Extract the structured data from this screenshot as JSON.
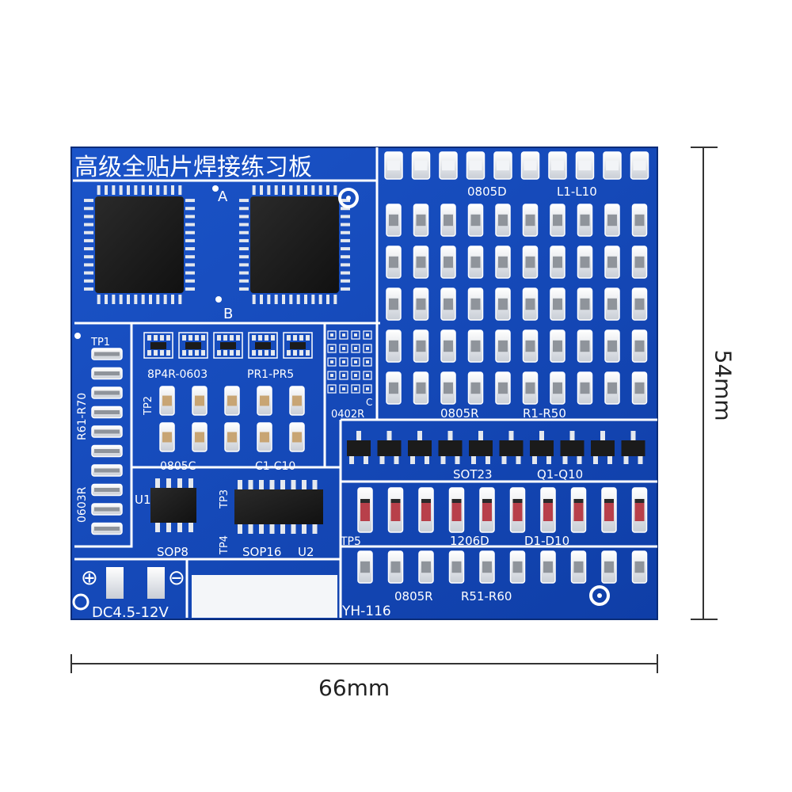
{
  "dimensions": {
    "width": "66mm",
    "height": "54mm"
  },
  "board": {
    "title": "高级全贴片焊接练习板",
    "model": "YH-116",
    "power": "DC4.5-12V",
    "labels": {
      "ic_a": "A",
      "ic_b": "B",
      "led_group": "0805D",
      "led_range": "L1-L10",
      "res_group": "0805R",
      "res_range": "R1-R50",
      "tp1": "TP1",
      "tp2": "TP2",
      "tp3": "TP3",
      "tp4": "TP4",
      "tp5": "TP5",
      "r61": "R61-R70",
      "r0603": "0603R",
      "network": "8P4R-0603",
      "network_range": "PR1-PR5",
      "small_res": "0402R",
      "small_res_c": "C",
      "cap_group": "0805C",
      "cap_range": "C1-C10",
      "u1": "U1",
      "u2": "U2",
      "sop8": "SOP8",
      "sop16": "SOP16",
      "sot23": "SOT23",
      "sot_range": "Q1-Q10",
      "diode_group": "1206D",
      "diode_range": "D1-D10",
      "res2_group": "0805R",
      "res2_range": "R51-R60",
      "plus": "⊕",
      "minus": "⊖"
    }
  },
  "colors": {
    "board": "#1547b8",
    "board_dark": "#0d3594",
    "silk": "#ffffff",
    "pad": "#e4e8ee",
    "chip": "#1b1b1b",
    "resistor_body": "#d9dde3",
    "cap_body": "#c8a574",
    "diode_body": "#b8404a"
  }
}
